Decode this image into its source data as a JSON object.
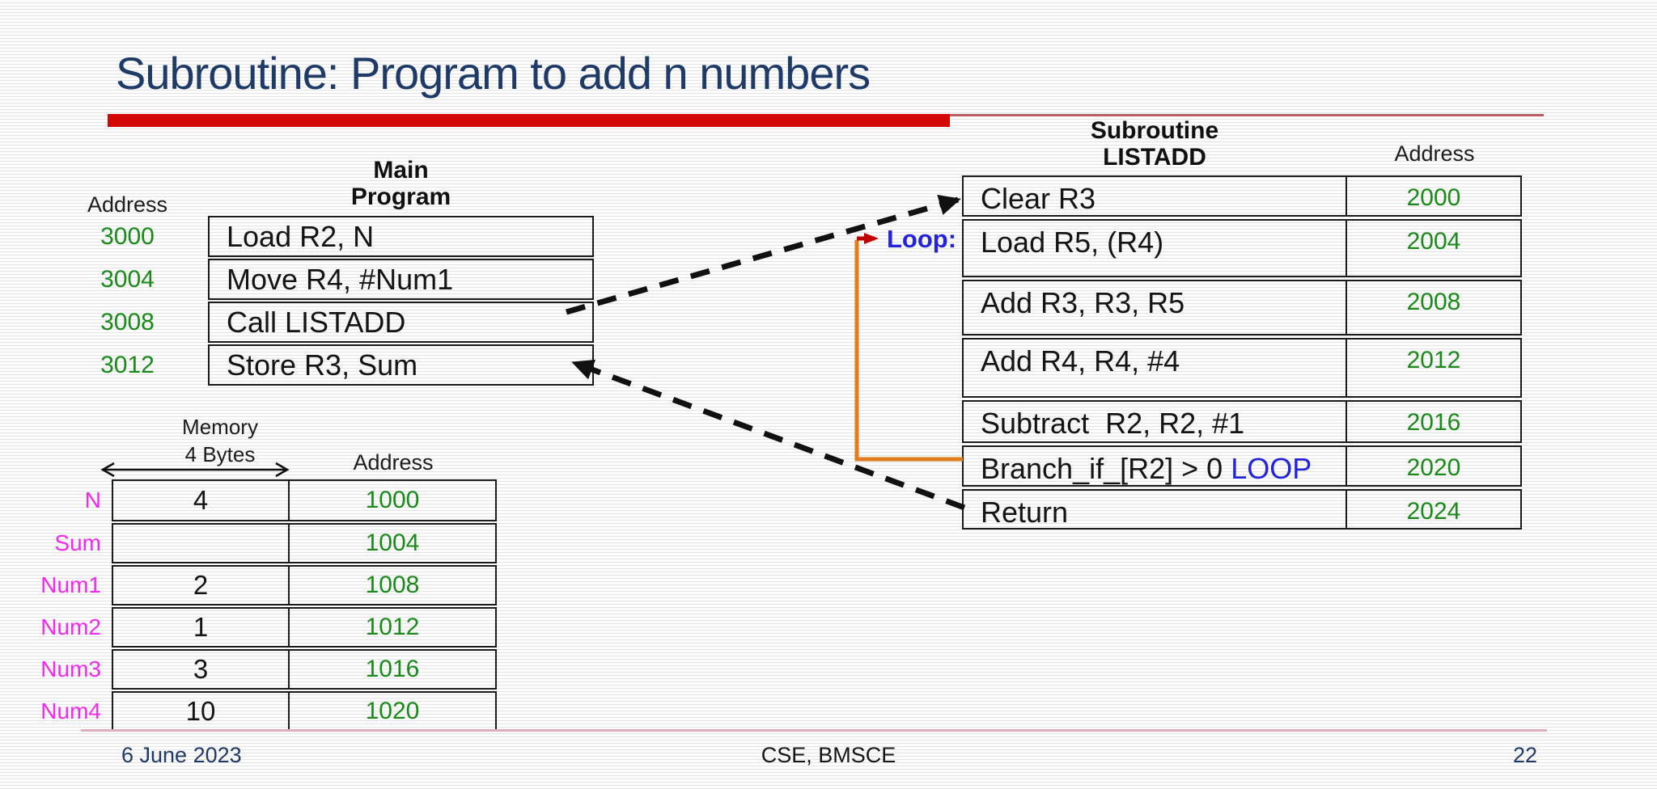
{
  "slide": {
    "title": "Subroutine: Program to add n numbers",
    "footer": {
      "date": "6 June 2023",
      "center": "CSE, BMSCE",
      "page": "22"
    }
  },
  "main_program": {
    "header_line1": "Main",
    "header_line2": "Program",
    "address_label": "Address",
    "rows": [
      {
        "address": "3000",
        "instruction": "Load R2, N"
      },
      {
        "address": "3004",
        "instruction": "Move R4, #Num1"
      },
      {
        "address": "3008",
        "instruction": "Call LISTADD"
      },
      {
        "address": "3012",
        "instruction": "Store R3, Sum"
      }
    ]
  },
  "subroutine": {
    "header_line1": "Subroutine",
    "header_line2": "LISTADD",
    "address_label": "Address",
    "loop_label": "Loop:",
    "rows": [
      {
        "instruction": "Clear R3",
        "address": "2000"
      },
      {
        "instruction": "Load R5, (R4)",
        "address": "2004"
      },
      {
        "instruction": "Add R3, R3, R5",
        "address": "2008"
      },
      {
        "instruction": "Add R4, R4, #4",
        "address": "2012"
      },
      {
        "instruction": "Subtract  R2, R2, #1",
        "address": "2016"
      },
      {
        "instruction": "Branch_if_[R2] > 0 ",
        "loop_target": "LOOP",
        "address": "2020"
      },
      {
        "instruction": "Return",
        "address": "2024"
      }
    ]
  },
  "memory": {
    "label_line1": "Memory",
    "label_line2": "4 Bytes",
    "address_label": "Address",
    "rows": [
      {
        "name": "N",
        "value": "4",
        "address": "1000"
      },
      {
        "name": "Sum",
        "value": "",
        "address": "1004"
      },
      {
        "name": "Num1",
        "value": "2",
        "address": "1008"
      },
      {
        "name": "Num2",
        "value": "1",
        "address": "1012"
      },
      {
        "name": "Num3",
        "value": "3",
        "address": "1016"
      },
      {
        "name": "Num4",
        "value": "10",
        "address": "1020"
      }
    ]
  },
  "colors": {
    "title_navy": "#1e3a66",
    "accent_red_bar": "#d40707",
    "address_green": "#1a8a1a",
    "label_magenta": "#ef29ef",
    "loop_blue": "#2323dd",
    "loop_arrow_red": "#c00000",
    "loop_path_orange": "#e07d1d"
  }
}
